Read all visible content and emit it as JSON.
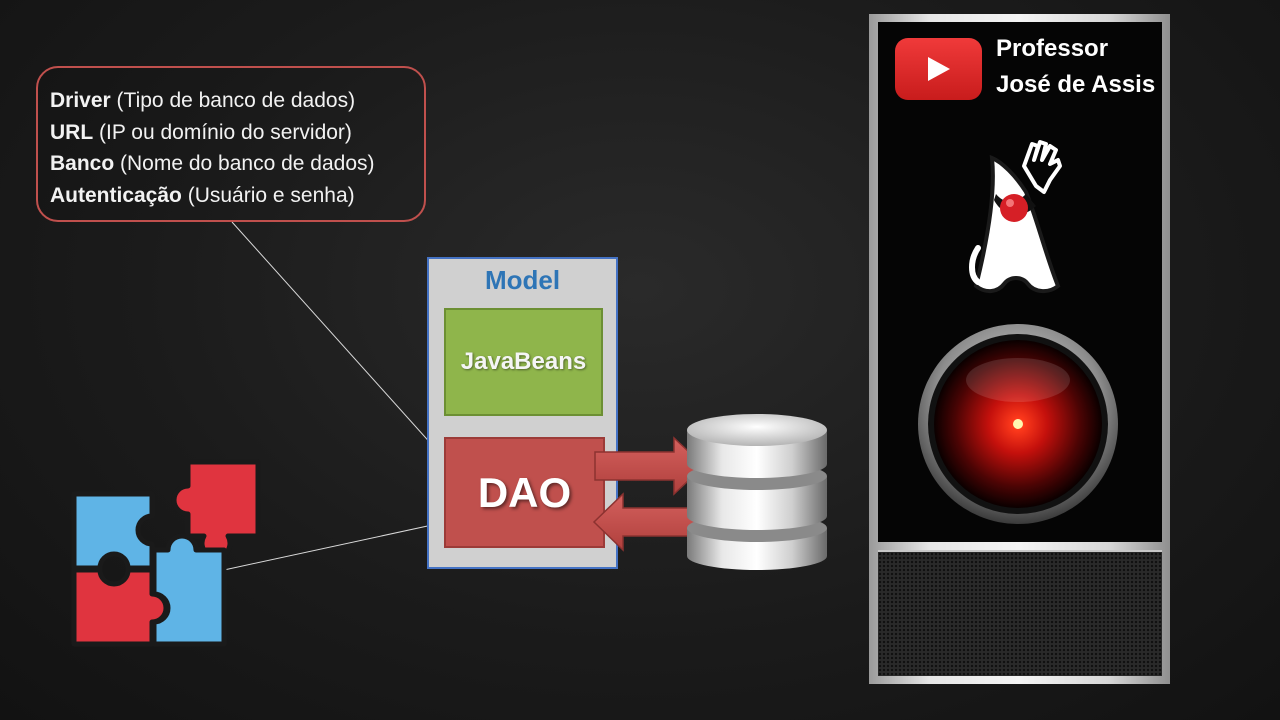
{
  "callout": {
    "lines": [
      {
        "term": "Driver",
        "desc": " (Tipo de banco de dados)"
      },
      {
        "term": "URL",
        "desc": " (IP ou domínio do servidor)"
      },
      {
        "term": "Banco",
        "desc": " (Nome do banco de dados)"
      },
      {
        "term": "Autenticação",
        "desc": " (Usuário e senha)"
      }
    ]
  },
  "model": {
    "title": "Model",
    "javabeans": "JavaBeans",
    "dao": "DAO"
  },
  "professor": {
    "line1": "Professor",
    "line2": "José de Assis"
  },
  "colors": {
    "callout_border": "#c0504d",
    "model_title": "#2e75b6",
    "javabeans_fill": "#8fb54b",
    "dao_fill": "#c0504d",
    "youtube_red": "#e62117",
    "puzzle_red": "#e0343f",
    "puzzle_blue": "#5fb4e6"
  },
  "icons": [
    "youtube-icon",
    "duke-java-mascot-icon",
    "hal-9000-eye-icon",
    "database-icon",
    "puzzle-pieces-icon",
    "two-way-arrows-icon"
  ]
}
